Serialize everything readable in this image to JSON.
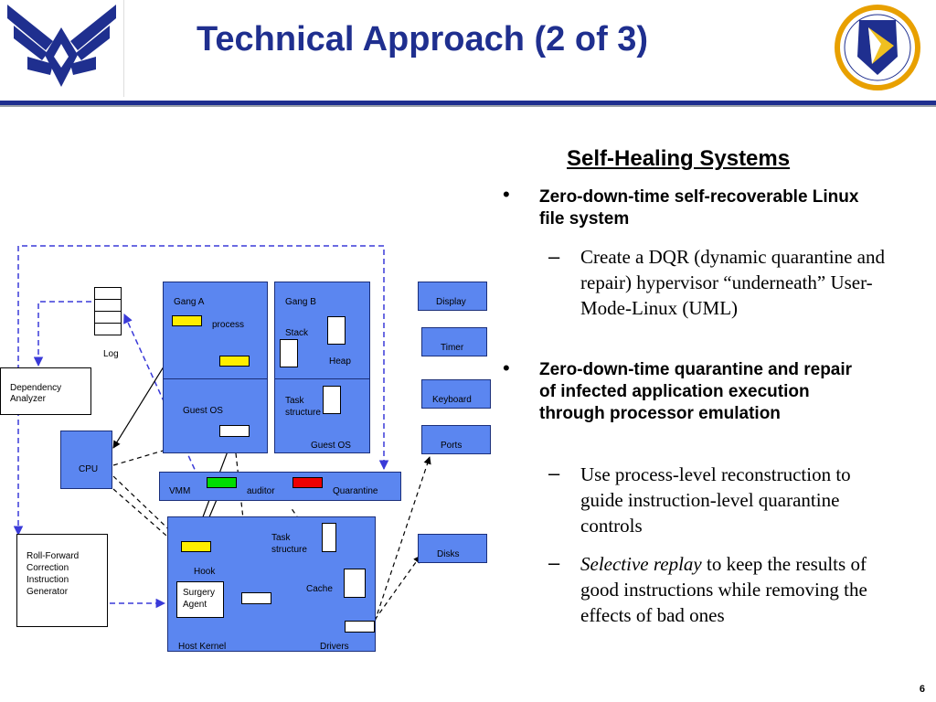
{
  "slide": {
    "title": "Technical Approach (2 of 3)",
    "page_number": "6"
  },
  "content": {
    "heading": "Self-Healing Systems",
    "bullets": [
      {
        "text": "Zero-down-time self-recoverable Linux file system",
        "subs": [
          "Create a DQR (dynamic quarantine and repair) hypervisor “underneath” User-Mode-Linux (UML)"
        ]
      },
      {
        "text": "Zero-down-time quarantine and repair of infected application execution through processor emulation",
        "subs": [
          "Use process-level reconstruction to guide instruction-level quarantine controls"
        ],
        "sub_emph": "Selective replay",
        "sub_rest": " to keep the results of good instructions while removing the effects of bad ones"
      }
    ],
    "bullet_glyph": "•",
    "dash_glyph": "–"
  },
  "diagram": {
    "log": "Log",
    "dependency_analyzer": "Dependency Analyzer",
    "cpu": "CPU",
    "roll_forward": "Roll-Forward Correction Instruction Generator",
    "gang_a": "Gang A",
    "process": "process",
    "guest_os_a": "Guest OS",
    "gang_b": "Gang B",
    "stack": "Stack",
    "heap": "Heap",
    "task_structure_b": "Task structure",
    "guest_os_b": "Guest OS",
    "vmm": "VMM",
    "auditor": "auditor",
    "quarantine": "Quarantine",
    "task_structure_host": "Task structure",
    "hook": "Hook",
    "surgery_agent": "Surgery Agent",
    "cache": "Cache",
    "host_kernel": "Host Kernel",
    "drivers": "Drivers",
    "display": "Display",
    "timer": "Timer",
    "keyboard": "Keyboard",
    "ports": "Ports",
    "disks": "Disks",
    "colors": {
      "box_blue": "#5b86f0",
      "dashed_blue": "#3a3ad8",
      "title_blue": "#1f2f8f",
      "yellow": "#ffee00",
      "green": "#00dd00",
      "red": "#ee0000"
    }
  }
}
